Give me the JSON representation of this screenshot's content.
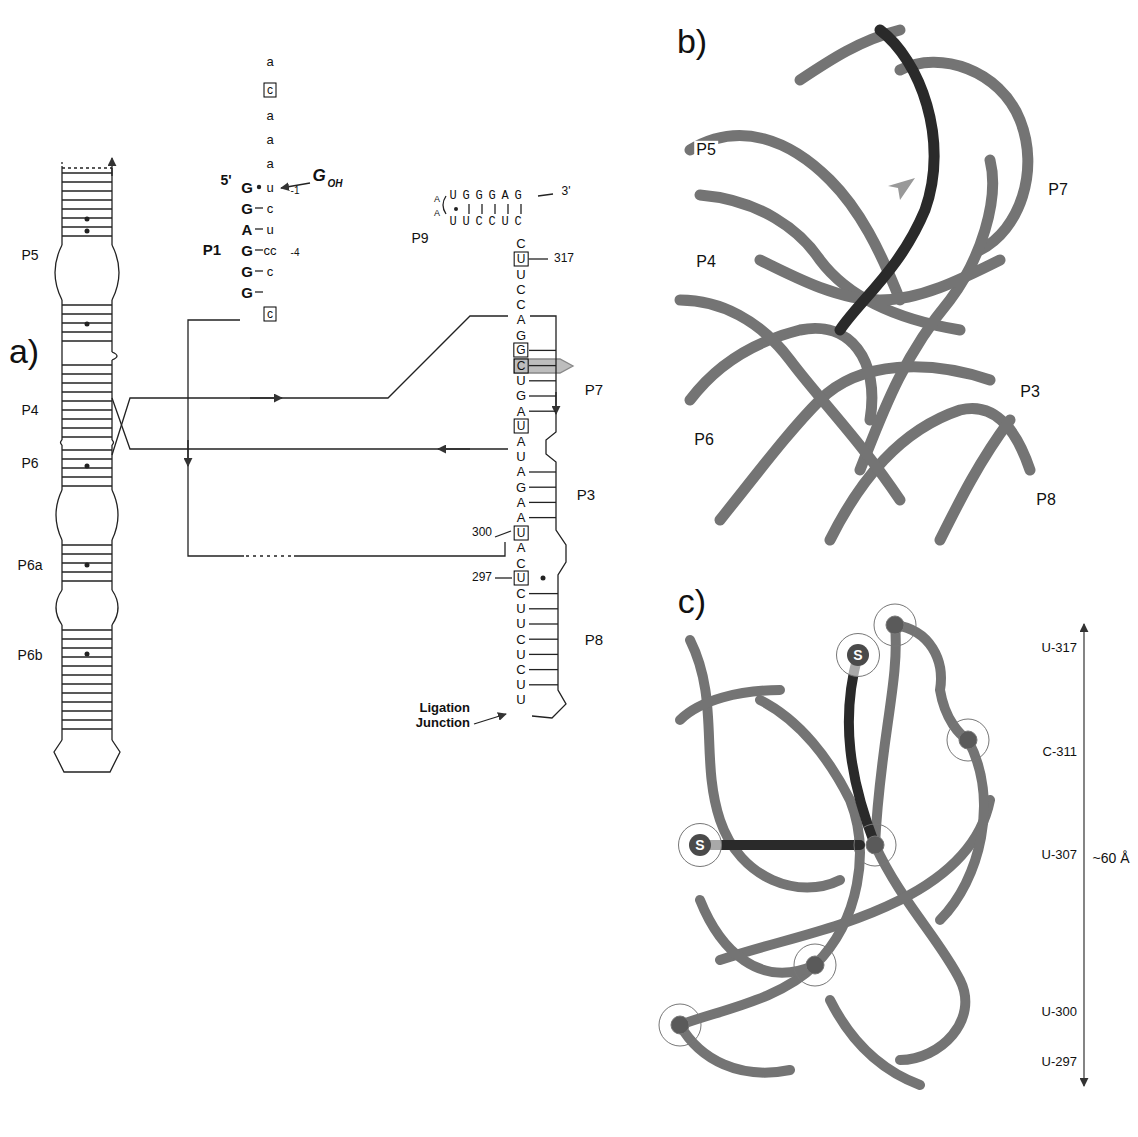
{
  "diagram": {
    "nodes": [
      {
        "text": [
          "c"
        ]
      },
      {
        "text": [
          "c"
        ]
      },
      {
        "text": [
          "U"
        ]
      },
      {
        "text": [
          "G"
        ]
      },
      {
        "text": [
          "C"
        ]
      },
      {
        "text": [
          "U"
        ]
      },
      {
        "text": [
          "U"
        ]
      },
      {
        "text": [
          "U"
        ]
      },
      {
        "text": [
          "S"
        ]
      },
      {
        "text": [
          "S"
        ]
      }
    ],
    "labels": [
      "a)",
      "b)",
      "c)",
      "P5",
      "P4",
      "P6",
      "P6a",
      "P6b",
      "5'",
      "GGAGGG",
      "a",
      "aaa",
      "ucuccc",
      "-1",
      "-4",
      "P1",
      "G",
      "OH",
      "UGGGAG",
      "UUCCUC",
      "A",
      "A",
      "3'",
      "P9",
      "C",
      "UCCAG",
      "UGA",
      "AUAGAA",
      "AC",
      "CUUCUCUU",
      "317",
      "300",
      "297",
      "P7",
      "P3",
      "P8",
      "Ligation Junction",
      "P5",
      "P4",
      "P7",
      "P3",
      "P6",
      "P8",
      "U-317",
      "C-311",
      "U-307",
      "~60 Å",
      "U-300",
      "U-297"
    ]
  }
}
